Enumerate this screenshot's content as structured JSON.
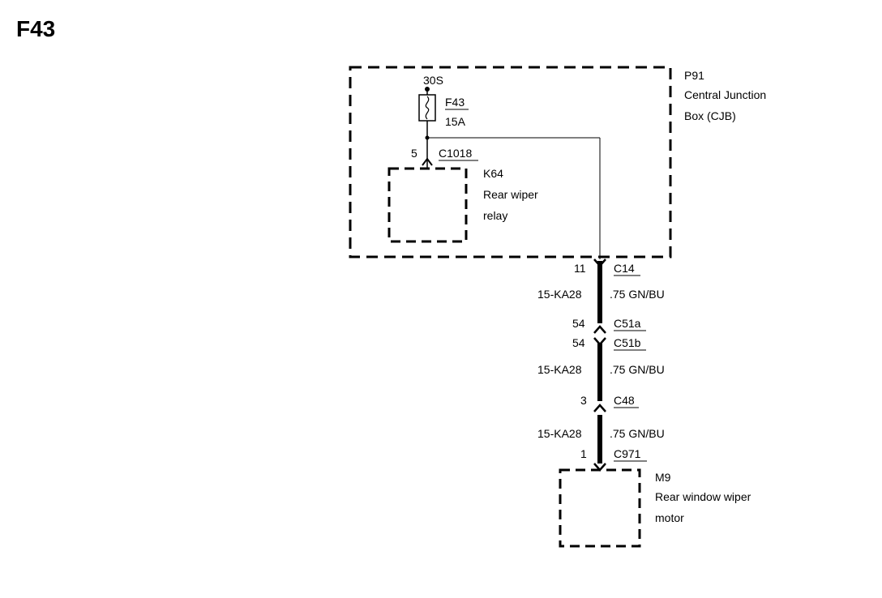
{
  "title": "F43",
  "junction_box": {
    "id": "P91",
    "name_line1": "Central Junction",
    "name_line2": "Box (CJB)"
  },
  "fuse": {
    "supply": "30S",
    "id": "F43",
    "rating": "15A"
  },
  "relay": {
    "pin": "5",
    "connector": "C1018",
    "id": "K64",
    "name_line1": "Rear wiper",
    "name_line2": "relay"
  },
  "connectors": [
    {
      "pin": "11",
      "id": "C14"
    },
    {
      "pin": "54",
      "id": "C51a"
    },
    {
      "pin": "54",
      "id": "C51b"
    },
    {
      "pin": "3",
      "id": "C48"
    },
    {
      "pin": "1",
      "id": "C971"
    }
  ],
  "wires": [
    {
      "circuit": "15-KA28",
      "spec": ".75 GN/BU"
    },
    {
      "circuit": "15-KA28",
      "spec": ".75 GN/BU"
    },
    {
      "circuit": "15-KA28",
      "spec": ".75 GN/BU"
    }
  ],
  "motor": {
    "id": "M9",
    "name_line1": "Rear window wiper",
    "name_line2": "motor"
  },
  "colors": {
    "ink": "#000000",
    "background": "#ffffff"
  }
}
